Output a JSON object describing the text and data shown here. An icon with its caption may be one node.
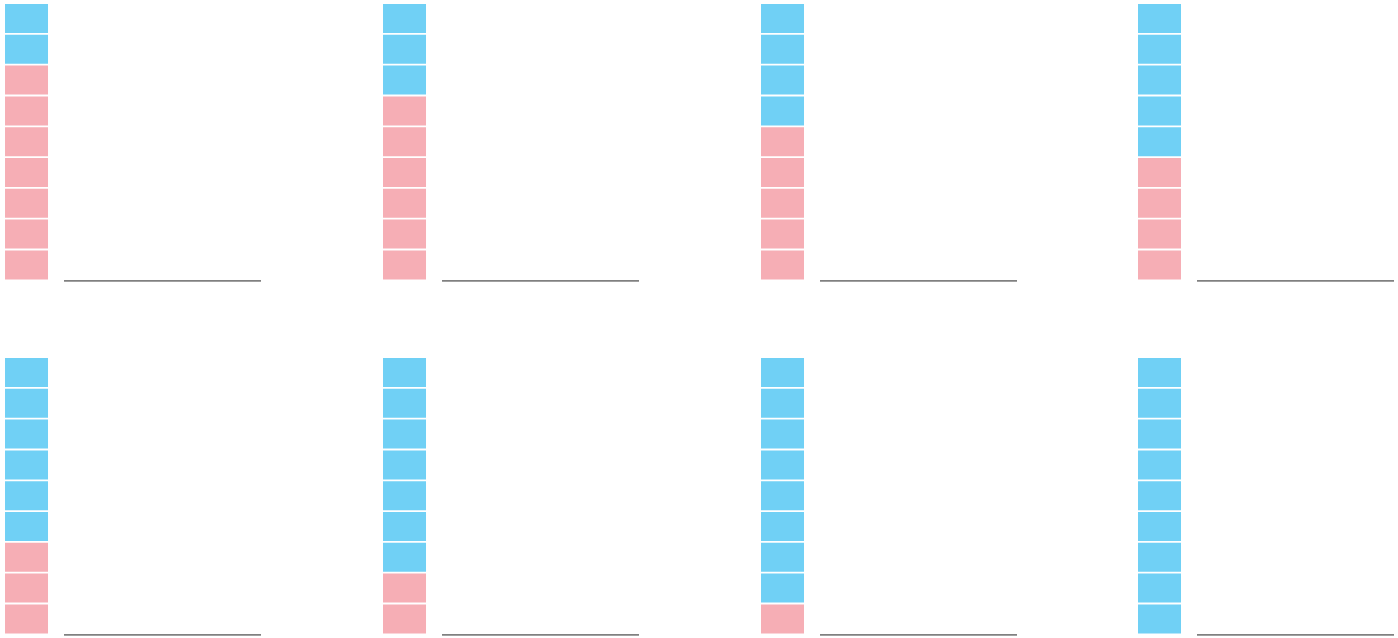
{
  "diagram": {
    "nodes": [
      {
        "text": [],
        "shape": "bar"
      },
      {
        "text": [],
        "shape": "bar"
      },
      {
        "text": [],
        "shape": "bar"
      },
      {
        "text": [],
        "shape": "bar"
      },
      {
        "text": [],
        "shape": "bar"
      },
      {
        "text": [],
        "shape": "bar"
      },
      {
        "text": [],
        "shape": "bar"
      },
      {
        "text": [],
        "shape": "bar"
      }
    ]
  }
}
